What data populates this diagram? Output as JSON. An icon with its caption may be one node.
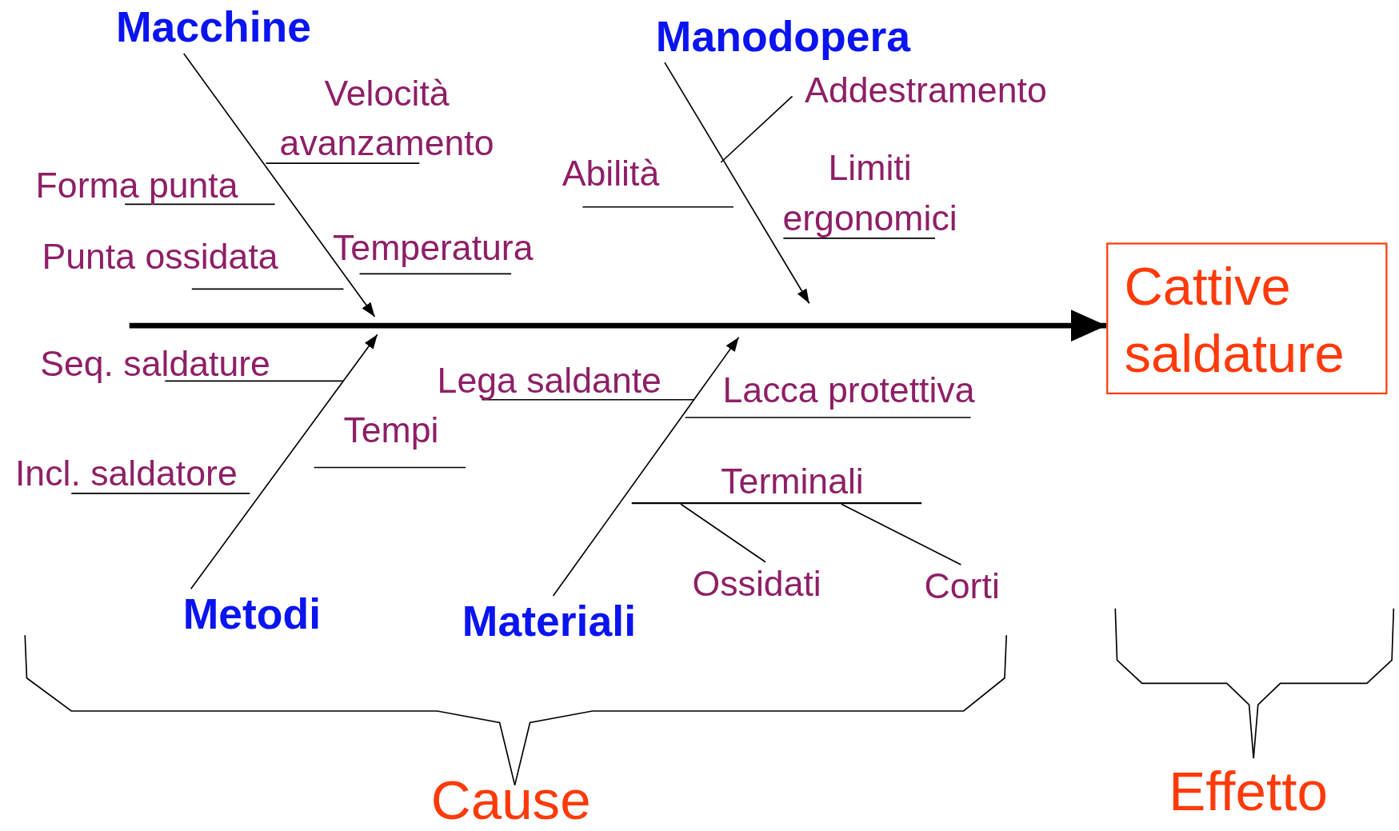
{
  "diagram": {
    "nodes": [
      {
        "text": [
          "Macchine"
        ]
      },
      {
        "text": [
          "Manodopera"
        ]
      },
      {
        "text": [
          "Metodi"
        ]
      },
      {
        "text": [
          "Materiali"
        ]
      },
      {
        "text": [
          "Cattive saldature"
        ]
      },
      {
        "text": [
          "Terminali"
        ]
      },
      {
        "text": [
          "Ossidati"
        ]
      },
      {
        "text": [
          "Corti"
        ]
      }
    ],
    "edges": [
      {
        "from": 0,
        "to": null,
        "arrow": "to"
      },
      {
        "from": 1,
        "to": null,
        "arrow": "to"
      },
      {
        "from": 2,
        "to": null,
        "arrow": "to"
      },
      {
        "from": 3,
        "to": null,
        "arrow": "to"
      },
      {
        "from": null,
        "to": 4,
        "arrow": "to",
        "style": "thick"
      },
      {
        "from": 6,
        "to": 5,
        "arrow": "none"
      },
      {
        "from": 7,
        "to": 5,
        "arrow": "none"
      }
    ],
    "labels": [
      "Velocità avanzamento",
      "Addestramento",
      "Forma punta",
      "Abilità",
      "Limiti ergonomici",
      "Punta ossidata",
      "Temperatura",
      "Seq. saldature",
      "Lega saldante",
      "Lacca protettiva",
      "Tempi",
      "Incl. saldatore",
      "Cause",
      "Effetto"
    ]
  }
}
